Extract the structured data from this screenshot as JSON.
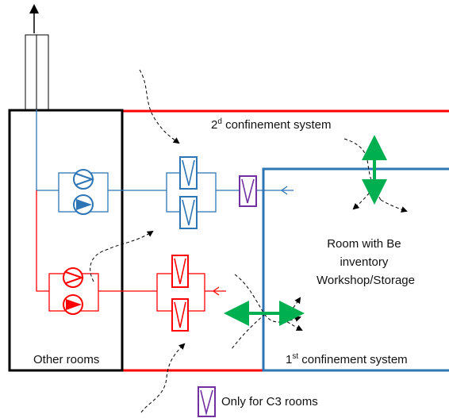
{
  "labels": {
    "second_confinement": "2",
    "second_confinement_sup": "d",
    "second_confinement_rest": " confinement system",
    "first_confinement": "1",
    "first_confinement_sup": "st",
    "first_confinement_rest": " confinement system",
    "room_line1": "Room with Be",
    "room_line2": "inventory",
    "room_line3": "Workshop/Storage",
    "other_rooms": "Other rooms",
    "legend_c3": "Only for C3 rooms"
  },
  "colors": {
    "blue": "#2e75b6",
    "red": "#ff0000",
    "purple": "#7030a0",
    "green": "#00b050",
    "black": "#000000"
  },
  "icons": {
    "pump": "pump-icon",
    "filter": "filter-icon",
    "airflow": "dashed-airflow-arrow",
    "exhaust": "exhaust-stack"
  }
}
